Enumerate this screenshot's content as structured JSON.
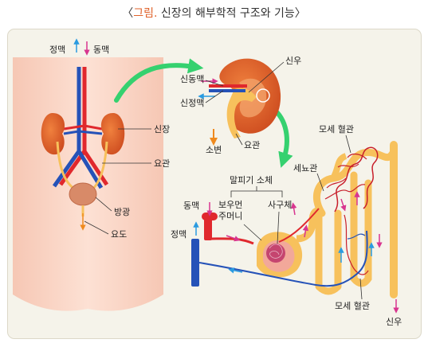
{
  "caption": {
    "open_bracket": "〈",
    "prefix": "그림.",
    "title": "신장의 해부학적 구조와 기능",
    "close_bracket": "〉"
  },
  "labels": {
    "vein_top": "정맥",
    "artery_top": "동맥",
    "kidney": "신장",
    "ureter": "요관",
    "bladder": "방광",
    "urethra": "요도",
    "renal_pelvis": "신우",
    "renal_artery": "신동맥",
    "renal_vein": "신정맥",
    "urine": "소변",
    "ureter_zoom": "요관",
    "capillary_top": "모세 혈관",
    "renal_tubule": "세뇨관",
    "malpighian_body": "말피기 소체",
    "artery_nephron": "동맥",
    "bowman_capsule_line1": "보우먼",
    "bowman_capsule_line2": "주머니",
    "glomerulus": "사구체",
    "vein_nephron": "정맥",
    "capillary_bottom": "모세 혈관",
    "renal_pelvis_bottom": "신우"
  },
  "colors": {
    "artery": "#e0282d",
    "vein": "#2552b8",
    "tubule": "#f7c15c",
    "kidney": "#e0622a",
    "arrow_green": "#35d16f"
  }
}
